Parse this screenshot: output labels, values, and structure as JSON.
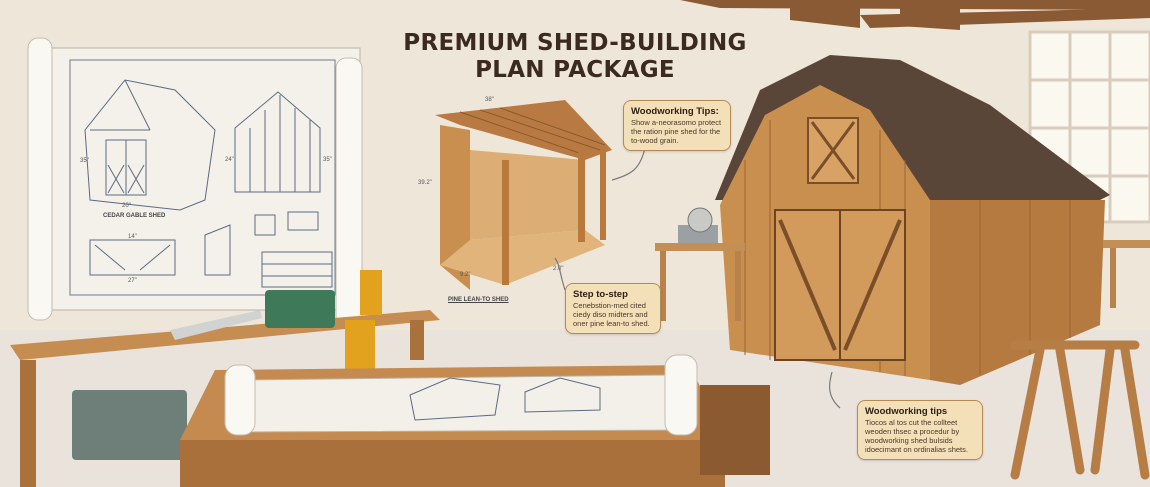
{
  "title": {
    "line1": "PREMIUM SHED-BUILDING",
    "line2": "PLAN PACKAGE"
  },
  "blueprint": {
    "shed_name": "CEDAR GABLE SHED",
    "dims": [
      "35\"",
      "20\"",
      "24\"",
      "35\"",
      "14\"",
      "27\""
    ]
  },
  "lean_to": {
    "name": "PINE LEAN-TO SHED",
    "dims": {
      "width": "38\"",
      "height": "39.2\"",
      "depth": "9.2\"",
      "length": "2.0\""
    }
  },
  "callouts": [
    {
      "heading": "Woodworking Tips:",
      "body": "Show a-neorasomo protect the ration pine shed for the to-wood grain."
    },
    {
      "heading": "Step to-step",
      "body": "Cenebstion-med cited ciedy diso midters and oner pine lean-to shed."
    },
    {
      "heading": "Woodworking tips",
      "body": "Tiocos al tos cut the collteet weoden thsec a procedur by woodworking shed bulsids idoecimant on ordinalias shets."
    }
  ],
  "colors": {
    "wall": "#efe6da",
    "wood": "#c98f4f",
    "roof": "#5a4638",
    "callout_bg": "#f3dfb8",
    "title": "#3b2a20"
  }
}
